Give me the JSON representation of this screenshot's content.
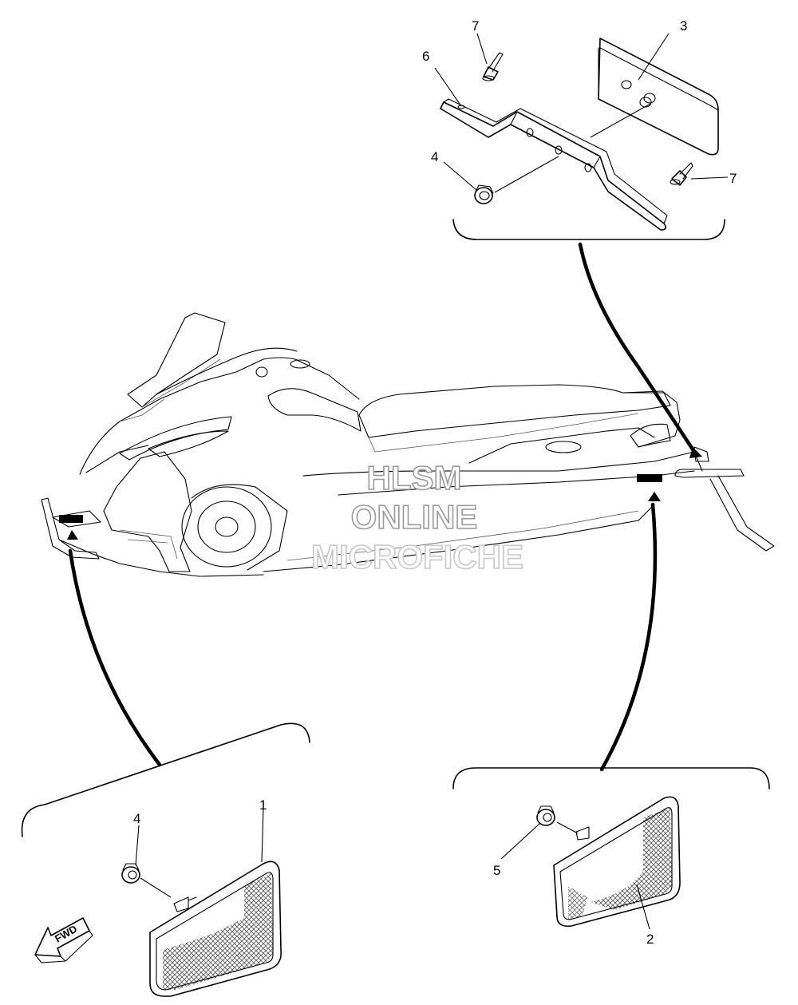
{
  "callouts": {
    "part_1": "1",
    "part_2": "2",
    "part_3": "3",
    "part_4_top": "4",
    "part_4_bottom": "4",
    "part_5": "5",
    "part_6": "6",
    "part_7_top": "7",
    "part_7_right": "7"
  },
  "watermark": {
    "line1": "HLSM",
    "line2": "ONLINE",
    "line3": "MICROFICHE"
  },
  "direction_arrow": {
    "label": "FWD"
  }
}
